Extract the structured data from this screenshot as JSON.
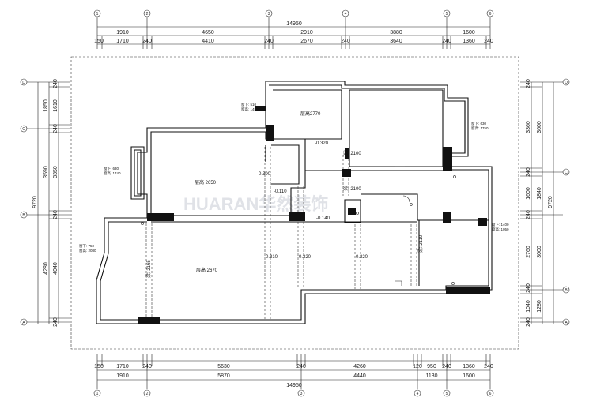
{
  "dimensions": {
    "top_total": "14950",
    "top_row1": [
      "1910",
      "4650",
      "2910",
      "3880",
      "1600"
    ],
    "top_row2": [
      "150",
      "1710",
      "240",
      "4410",
      "240",
      "2670",
      "240",
      "3640",
      "240",
      "1360",
      "240"
    ],
    "bottom_row1": [
      "150",
      "1710",
      "240",
      "5630",
      "240",
      "4260",
      "120",
      "950",
      "240",
      "1360",
      "240"
    ],
    "bottom_row2": [
      "1910",
      "5870",
      "4440",
      "1130",
      "1600"
    ],
    "bottom_total": "14950",
    "left_outer": [
      "1850",
      "3590",
      "4280"
    ],
    "left_inner": [
      "240",
      "1610",
      "240",
      "3350",
      "240",
      "4040",
      "240"
    ],
    "left_total": "9720",
    "right_inner": [
      "240",
      "3360",
      "240",
      "1600",
      "240",
      "2760",
      "240",
      "1040",
      "240"
    ],
    "right_outer": [
      "3600",
      "1840",
      "3000",
      "1280"
    ],
    "right_total": "9720"
  },
  "axis_markers": {
    "top": [
      "1",
      "2",
      "3",
      "4",
      "5",
      "6"
    ],
    "bottom": [
      "1",
      "2",
      "3",
      "4",
      "5",
      "6"
    ],
    "left": [
      "D",
      "C",
      "B",
      "A"
    ],
    "right": [
      "D",
      "C",
      "B",
      "A"
    ]
  },
  "rooms": {
    "r1": "层高 2650",
    "r2": "层高 2670",
    "r3": "层高2770"
  },
  "levels": {
    "l1": "-0.300",
    "l2": "-0.110",
    "l3": "-0.140",
    "l4": "-0.310",
    "l5": "-0.320",
    "l6": "-0.220",
    "l7": "-0.320"
  },
  "beams": {
    "b1": "梁: 2100",
    "b2": "梁: 2100",
    "b3": "梁: 2110",
    "b4": "梁: 2165"
  },
  "windows": {
    "w1a": "窗下: 510",
    "w1b": "窗高: 1450",
    "w2a": "窗下: 630",
    "w2b": "窗高: 1750",
    "w3a": "窗下: 630",
    "w3b": "窗高: 1740",
    "w4a": "窗下: 1400",
    "w4b": "窗高: 1050",
    "w5a": "窗下: 750",
    "w5b": "窗高: 2080"
  },
  "watermark": "HUARAN华然装饰"
}
